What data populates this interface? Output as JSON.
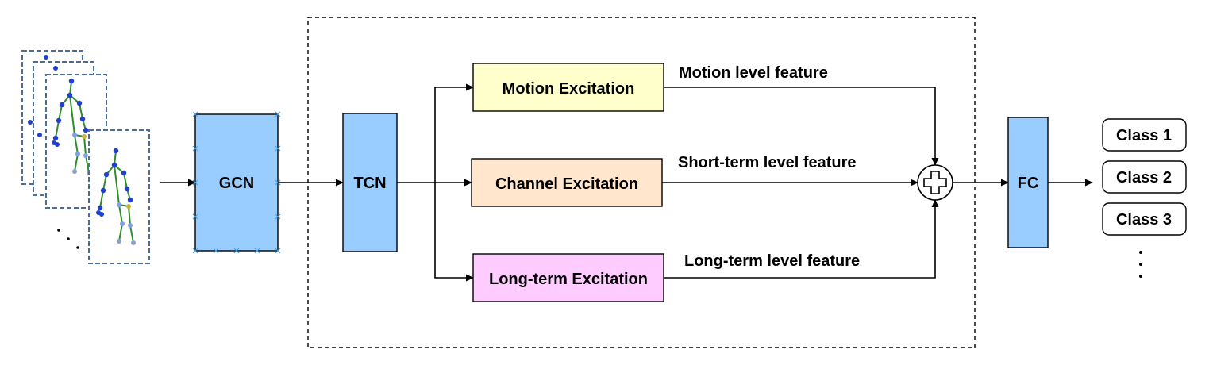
{
  "blocks": {
    "gcn": "GCN",
    "tcn": "TCN",
    "fc": "FC",
    "motion_excitation": "Motion Excitation",
    "channel_excitation": "Channel Excitation",
    "longterm_excitation": "Long-term Excitation"
  },
  "features": {
    "motion": "Motion level feature",
    "short_term": "Short-term level feature",
    "long_term": "Long-term level feature"
  },
  "classes": [
    "Class 1",
    "Class 2",
    "Class 3"
  ],
  "colors": {
    "blue_block": "#99CCFF",
    "motion_fill": "#FFFFCC",
    "channel_fill": "#FFE6CC",
    "longterm_fill": "#FFCCFF",
    "frame_border": "#4A6E96",
    "skeleton_joint": "#1F3FD0",
    "skeleton_bone": "#2E8B2E"
  },
  "icons": {
    "sum": "plus-circle-icon"
  }
}
